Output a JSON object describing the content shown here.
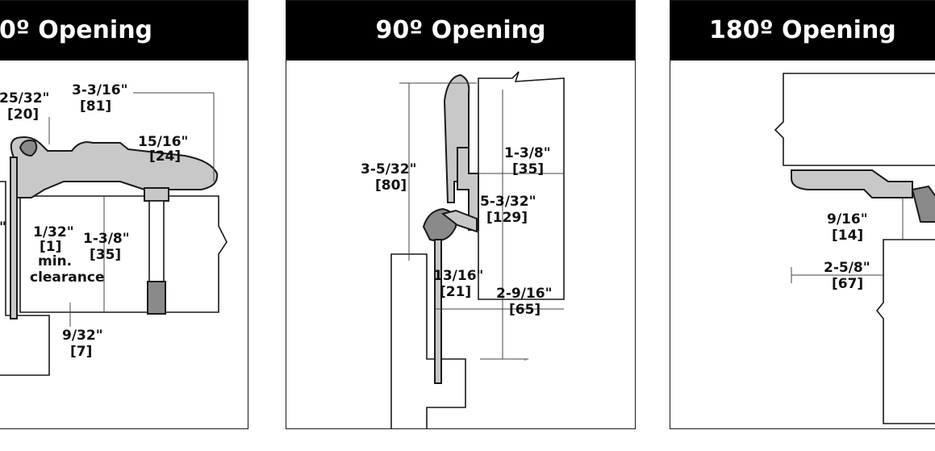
{
  "panels": [
    {
      "title": "0º Opening",
      "dimensions": {
        "d1": "25/32\"",
        "d1m": "[20]",
        "d2": "3-3/16\"",
        "d2m": "[81]",
        "d3": "15/16\"",
        "d3m": "[24]",
        "d4": "1/32\"",
        "d4m": "[1]",
        "d4a": "min.",
        "d4b": "clearance",
        "d5": "1-3/8\"",
        "d5m": "[35]",
        "d6": "9/32\"",
        "d6m": "[7]",
        "d7": "\""
      }
    },
    {
      "title": "90º Opening",
      "dimensions": {
        "d1": "3-5/32\"",
        "d1m": "[80]",
        "d2": "1-3/8\"",
        "d2m": "[35]",
        "d3": "5-3/32\"",
        "d3m": "[129]",
        "d4": "13/16\"",
        "d4m": "[21]",
        "d5": "2-9/16\"",
        "d5m": "[65]"
      }
    },
    {
      "title": "180º Opening",
      "dimensions": {
        "d1": "9/16\"",
        "d1m": "[14]",
        "d2": "2-5/8\"",
        "d2m": "[67]"
      }
    }
  ]
}
